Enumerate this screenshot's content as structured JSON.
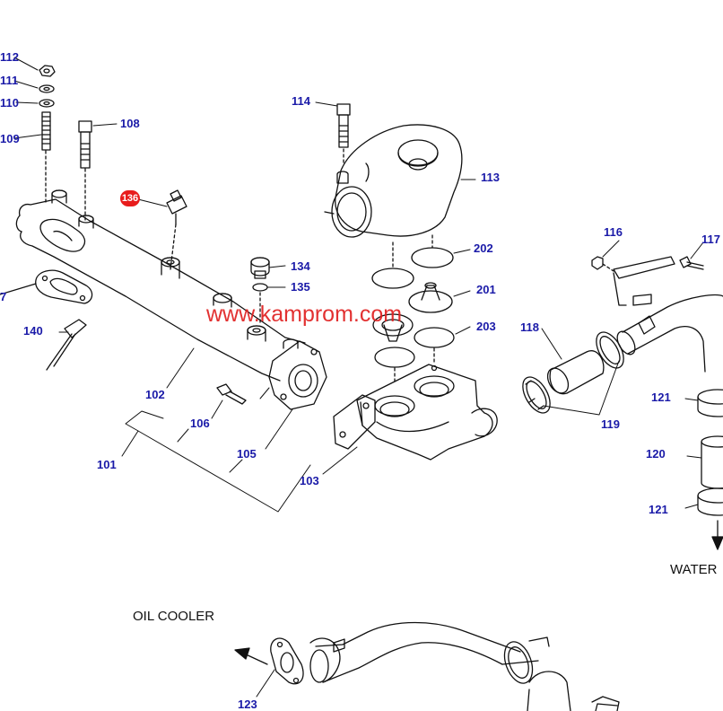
{
  "diagram": {
    "watermark": "www.kamprom.com",
    "highlighted_part": "136",
    "direction_labels": {
      "oil_cooler": "OIL COOLER",
      "water": "WATER"
    },
    "part_labels": [
      {
        "id": "p112",
        "text": "112"
      },
      {
        "id": "p111",
        "text": "111"
      },
      {
        "id": "p110",
        "text": "110"
      },
      {
        "id": "p109",
        "text": "109"
      },
      {
        "id": "p108",
        "text": "108"
      },
      {
        "id": "p107",
        "text": "7"
      },
      {
        "id": "p140",
        "text": "140"
      },
      {
        "id": "p102",
        "text": "102"
      },
      {
        "id": "p106",
        "text": "106"
      },
      {
        "id": "p101",
        "text": "101"
      },
      {
        "id": "p105",
        "text": "105"
      },
      {
        "id": "p103",
        "text": "103"
      },
      {
        "id": "p134",
        "text": "134"
      },
      {
        "id": "p135",
        "text": "135"
      },
      {
        "id": "p114",
        "text": "114"
      },
      {
        "id": "p113",
        "text": "113"
      },
      {
        "id": "p202",
        "text": "202"
      },
      {
        "id": "p201",
        "text": "201"
      },
      {
        "id": "p203",
        "text": "203"
      },
      {
        "id": "p116",
        "text": "116"
      },
      {
        "id": "p117",
        "text": "117"
      },
      {
        "id": "p118",
        "text": "118"
      },
      {
        "id": "p119",
        "text": "119"
      },
      {
        "id": "p121a",
        "text": "121"
      },
      {
        "id": "p120",
        "text": "120"
      },
      {
        "id": "p121b",
        "text": "121"
      },
      {
        "id": "p123",
        "text": "123"
      }
    ]
  }
}
